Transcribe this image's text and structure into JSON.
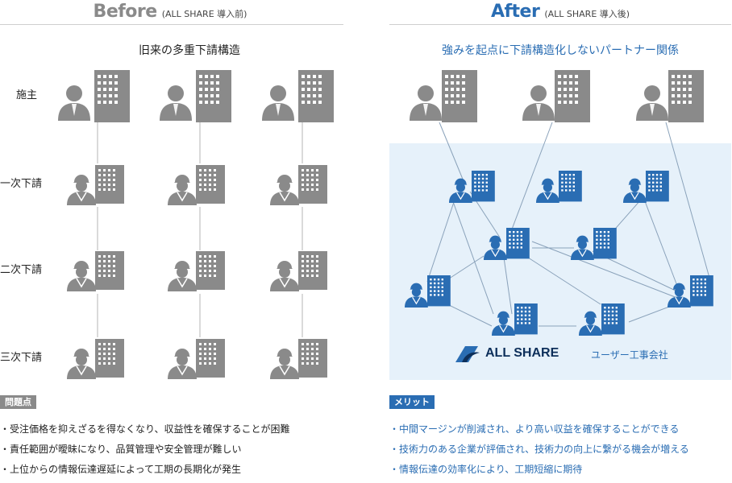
{
  "before": {
    "title": "Before",
    "title_note": "(ALL SHARE 導入前)",
    "subtitle": "旧来の多重下請構造",
    "rows": [
      "施主",
      "一次下請",
      "二次下請",
      "三次下請"
    ],
    "problems_tag": "問題点",
    "problems": [
      "・受注価格を抑えざるを得なくなり、収益性を確保することが困難",
      "・責任範囲が曖昧になり、品質管理や安全管理が難しい",
      "・上位からの情報伝達遅延によって工期の長期化が発生"
    ]
  },
  "after": {
    "title": "After",
    "title_note": "(ALL SHARE 導入後)",
    "subtitle": "強みを起点に下請構造化しないパートナー関係",
    "brand": "ALL SHARE",
    "brand_sub": "ユーザー工事会社",
    "merits_tag": "メリット",
    "merits": [
      "・中間マージンが削減され、より高い収益を確保することができる",
      "・技術力のある企業が評価され、技術力の向上に繋がる機会が増える",
      "・情報伝達の効率化により、工期短縮に期待"
    ]
  },
  "colors": {
    "gray": "#8a8a8a",
    "blue": "#2a6db3",
    "blue_text": "#2a6db3",
    "panel": "#e6f1fa",
    "line": "#a0a0a0"
  }
}
